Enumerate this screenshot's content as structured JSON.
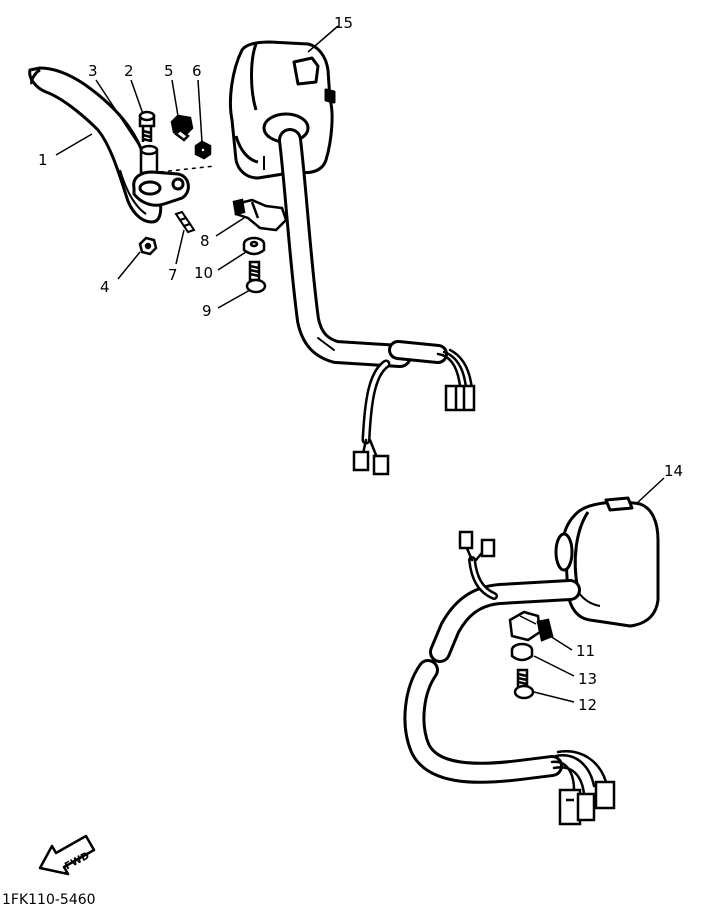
{
  "figure_code": "1FK110-5460",
  "direction_arrow": {
    "label": "FWD",
    "icon": "fwd-arrow-icon"
  },
  "callouts": [
    {
      "id": "1",
      "label": "1"
    },
    {
      "id": "2",
      "label": "2"
    },
    {
      "id": "3",
      "label": "3"
    },
    {
      "id": "4",
      "label": "4"
    },
    {
      "id": "5",
      "label": "5"
    },
    {
      "id": "6",
      "label": "6"
    },
    {
      "id": "7",
      "label": "7"
    },
    {
      "id": "8",
      "label": "8"
    },
    {
      "id": "9",
      "label": "9"
    },
    {
      "id": "10",
      "label": "10"
    },
    {
      "id": "11",
      "label": "11"
    },
    {
      "id": "12",
      "label": "12"
    },
    {
      "id": "13",
      "label": "13"
    },
    {
      "id": "14",
      "label": "14"
    },
    {
      "id": "15",
      "label": "15"
    }
  ]
}
